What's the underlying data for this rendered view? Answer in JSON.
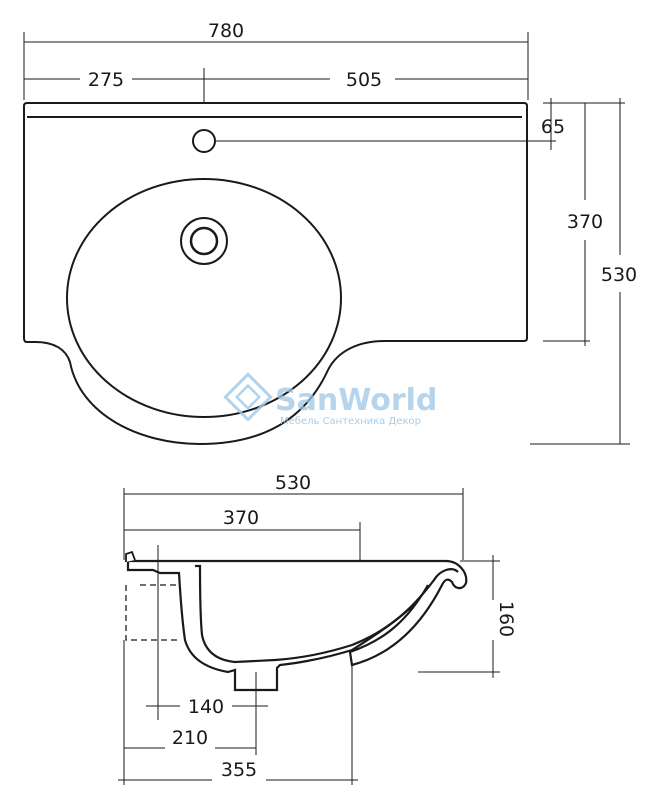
{
  "top_view": {
    "dims": {
      "total_width": "780",
      "left_to_hole": "275",
      "hole_to_right": "505",
      "hole_offset": "65",
      "bowl_depth": "370",
      "total_depth": "530"
    }
  },
  "side_view": {
    "dims": {
      "depth": "530",
      "bowl": "370",
      "height": "160",
      "drain_width": "140",
      "drain_pos": "210",
      "bottom_width": "355"
    }
  },
  "watermark": {
    "brand": "SanWorld",
    "tagline": "Мебель Сантехника Декор"
  }
}
